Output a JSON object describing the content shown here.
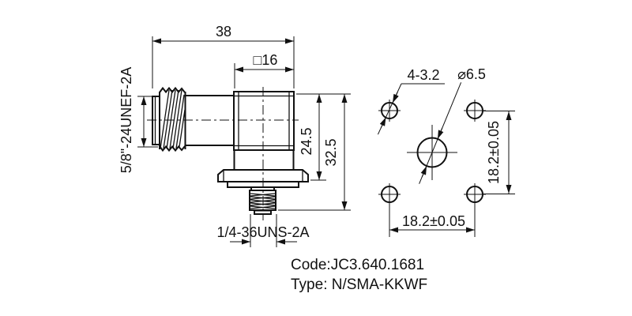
{
  "drawing": {
    "line_color": "#111111",
    "background": "#ffffff"
  },
  "side_view": {
    "dims": {
      "overall_length": "38",
      "body_square": "□16",
      "height_to_flange": "24.5",
      "overall_height": "32.5",
      "n_thread": "5/8\"-24UNEF-2A",
      "sma_thread": "1/4-36UNS-2A"
    }
  },
  "flange_view": {
    "dims": {
      "mounting_holes": "4-3.2",
      "center_hole_dia": "⌀6.5",
      "hole_spacing_vertical": "18.2±0.05",
      "hole_spacing_horizontal": "18.2±0.05"
    }
  },
  "title_block": {
    "code": "Code:JC3.640.1681",
    "type": "Type: N/SMA-KKWF"
  }
}
